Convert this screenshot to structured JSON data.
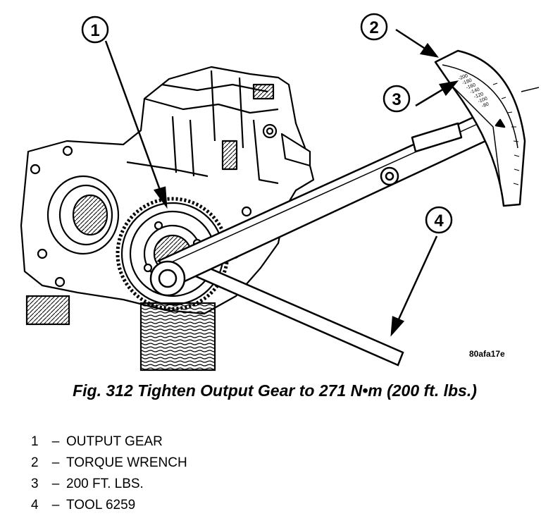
{
  "figure": {
    "reference_code": "80afa17e",
    "caption": "Fig. 312 Tighten Output Gear to 271 N•m (200 ft. lbs.)",
    "dial_scale": [
      "-200",
      "-180",
      "-160",
      "-140",
      "-120",
      "-100",
      "-80"
    ]
  },
  "callouts": [
    {
      "number": "1",
      "label": "OUTPUT GEAR"
    },
    {
      "number": "2",
      "label": "TORQUE WRENCH"
    },
    {
      "number": "3",
      "label": "200 FT. LBS."
    },
    {
      "number": "4",
      "label": "TOOL 6259"
    }
  ],
  "legend_dash": "–"
}
